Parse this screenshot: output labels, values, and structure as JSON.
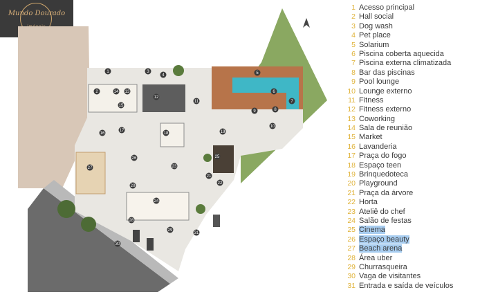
{
  "logo": {
    "brand": "Mundo Dourado",
    "sub": "imóveis"
  },
  "colors": {
    "number": "#e0b33a",
    "highlight": "#a8cdf0",
    "grass": "#8aa861",
    "deck": "#b7744a",
    "pool": "#3fb7c6",
    "sand": "#d9c6b4",
    "road": "#6e6e6e"
  },
  "compass_icon": "north-arrow-icon",
  "plan_pins": [
    "1",
    "2",
    "3",
    "4",
    "5",
    "6",
    "7",
    "8",
    "9",
    "10",
    "11",
    "12",
    "13",
    "14",
    "15",
    "16",
    "17",
    "18",
    "19",
    "20",
    "21",
    "22",
    "23",
    "24",
    "25",
    "26",
    "27",
    "28",
    "29",
    "30",
    "31"
  ],
  "legend": [
    {
      "num": "1",
      "label": "Acesso principal"
    },
    {
      "num": "2",
      "label": "Hall social"
    },
    {
      "num": "3",
      "label": "Dog wash"
    },
    {
      "num": "4",
      "label": "Pet place"
    },
    {
      "num": "5",
      "label": "Solarium"
    },
    {
      "num": "6",
      "label": "Piscina coberta aquecida"
    },
    {
      "num": "7",
      "label": "Piscina externa climatizada"
    },
    {
      "num": "8",
      "label": "Bar das piscinas"
    },
    {
      "num": "9",
      "label": "Pool lounge"
    },
    {
      "num": "10",
      "label": "Lounge externo"
    },
    {
      "num": "11",
      "label": "Fitness"
    },
    {
      "num": "12",
      "label": "Fitness externo"
    },
    {
      "num": "13",
      "label": "Coworking"
    },
    {
      "num": "14",
      "label": "Sala de reunião"
    },
    {
      "num": "15",
      "label": "Market"
    },
    {
      "num": "16",
      "label": "Lavanderia"
    },
    {
      "num": "17",
      "label": "Praça do fogo"
    },
    {
      "num": "18",
      "label": "Espaço teen"
    },
    {
      "num": "19",
      "label": "Brinquedoteca"
    },
    {
      "num": "20",
      "label": "Playground"
    },
    {
      "num": "21",
      "label": "Praça da árvore"
    },
    {
      "num": "22",
      "label": "Horta"
    },
    {
      "num": "23",
      "label": "Ateliê do chef"
    },
    {
      "num": "24",
      "label": "Salão de festas"
    },
    {
      "num": "25",
      "label": "Cinema",
      "highlight": true
    },
    {
      "num": "26",
      "label": "Espaço beauty",
      "highlight": true
    },
    {
      "num": "27",
      "label": "Beach arena",
      "highlight": true
    },
    {
      "num": "28",
      "label": "Área uber"
    },
    {
      "num": "29",
      "label": "Churrasqueira"
    },
    {
      "num": "30",
      "label": "Vaga de visitantes"
    },
    {
      "num": "31",
      "label": "Entrada e saída de veículos"
    }
  ]
}
